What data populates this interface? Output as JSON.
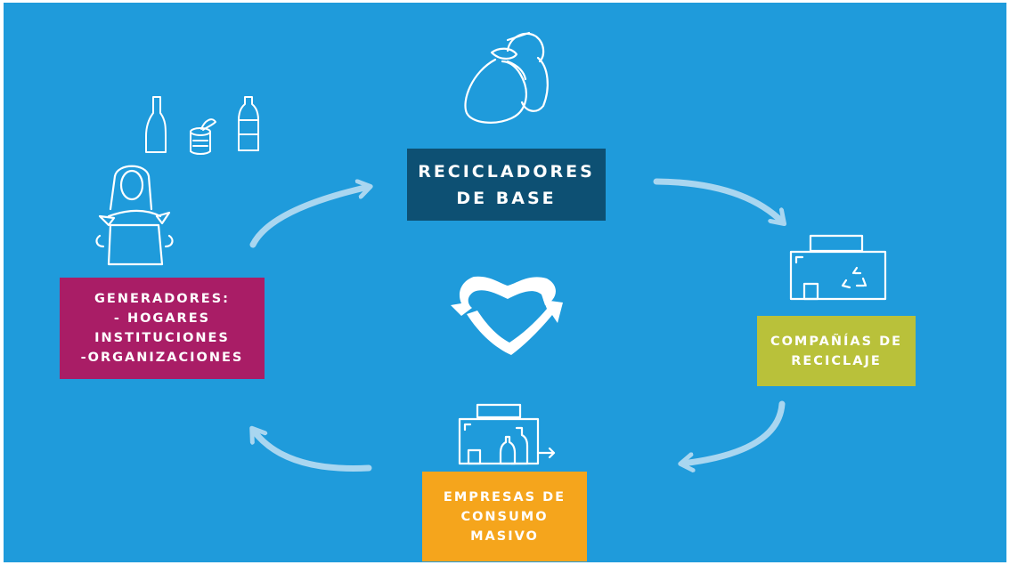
{
  "colors": {
    "background": "#1f9bdb",
    "recicladores": "#0d5073",
    "generadores": "#a91d66",
    "companias": "#b9c13a",
    "empresas": "#f5a51c",
    "arrow": "#a9d6f0",
    "line": "#ffffff"
  },
  "nodes": {
    "recicladores": {
      "lines": [
        "RECICLADORES",
        "DE BASE"
      ]
    },
    "generadores": {
      "lines": [
        "GENERADORES:",
        "- HOGARES",
        "INSTITUCIONES",
        "-ORGANIZACIONES"
      ]
    },
    "companias": {
      "lines": [
        "COMPAÑÍAS DE",
        "RECICLAJE"
      ]
    },
    "empresas": {
      "lines": [
        "EMPRESAS DE",
        "CONSUMO",
        "MASIVO"
      ]
    }
  },
  "icons": [
    "waste-picker-with-sack-icon",
    "person-holding-box-icon",
    "glass-bottle-icon",
    "tin-can-icon",
    "plastic-bottle-icon",
    "recycling-plant-icon",
    "factory-bottles-icon",
    "heart-cycle-icon"
  ]
}
